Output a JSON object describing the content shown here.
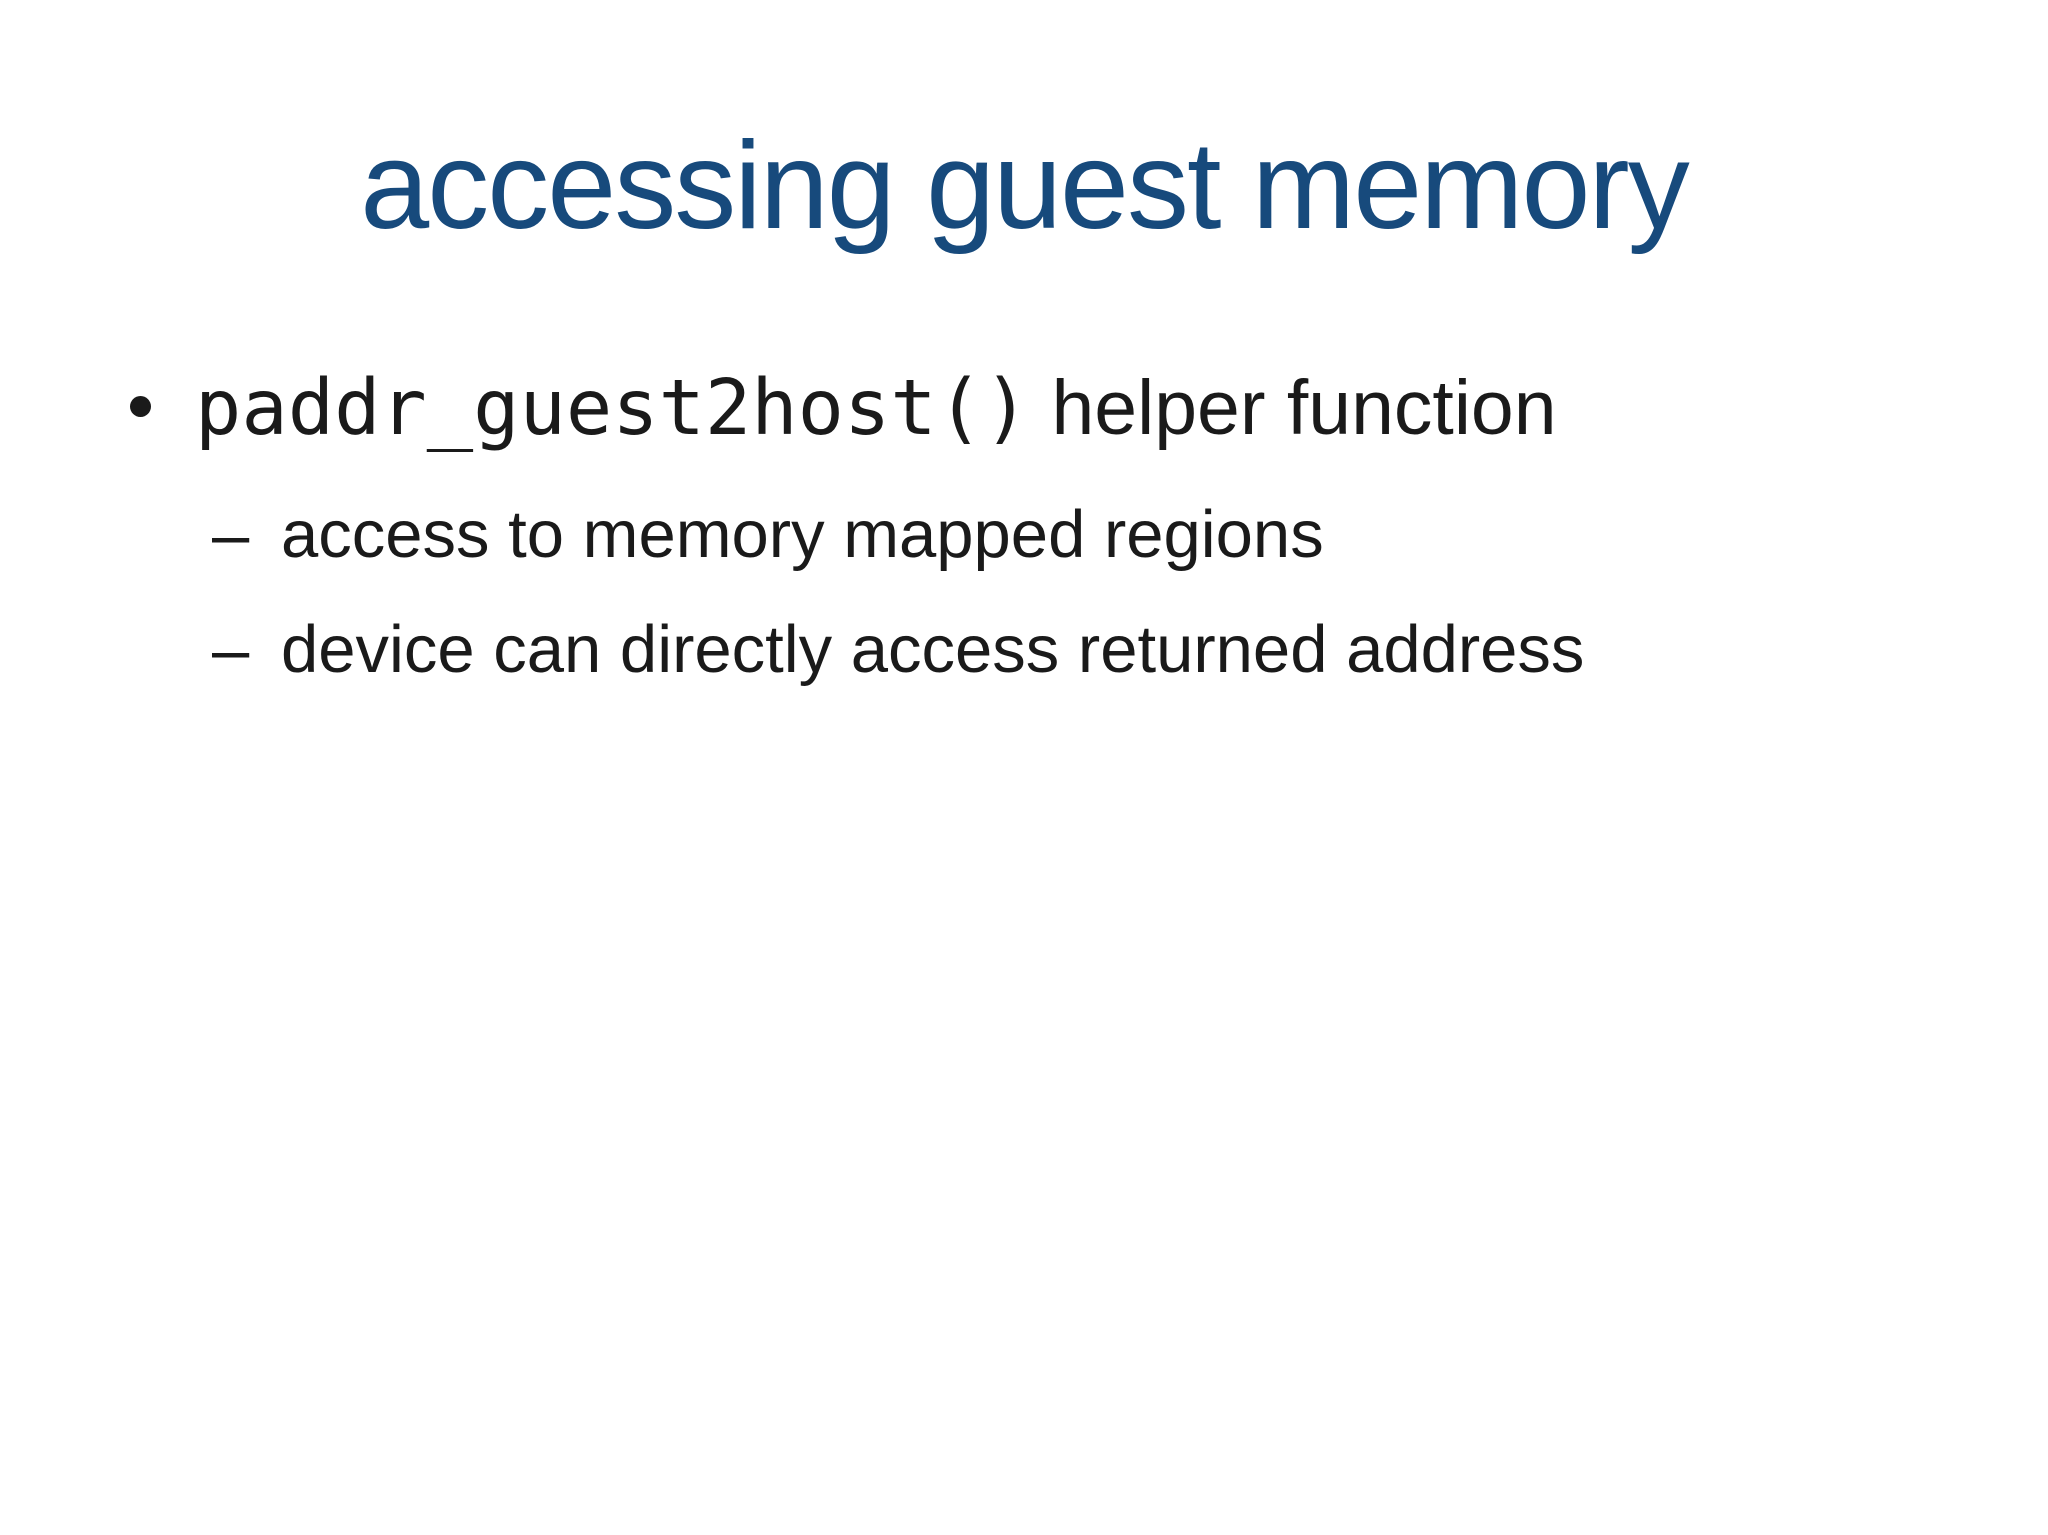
{
  "slide": {
    "title": "accessing guest memory",
    "colors": {
      "background": "#ffffff",
      "title": "#174a7c",
      "text": "#1a1a1a"
    },
    "bullet": {
      "marker": "•",
      "code": "paddr_guest2host()",
      "text": "helper function"
    },
    "sub_bullets": [
      {
        "marker": "–",
        "text": "access to memory mapped regions"
      },
      {
        "marker": "–",
        "text": "device can directly access returned address"
      }
    ]
  }
}
